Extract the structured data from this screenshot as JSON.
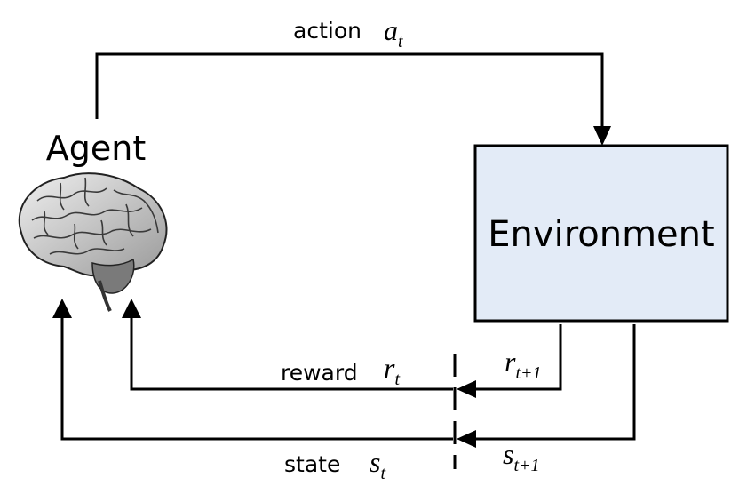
{
  "agent": {
    "label": "Agent",
    "icon": "brain-icon"
  },
  "environment": {
    "label": "Environment",
    "fill": "#e3ebf7"
  },
  "action": {
    "label": "action",
    "symbol": "a",
    "sub": "t"
  },
  "reward": {
    "label": "reward",
    "symbol": "r",
    "sub": "t",
    "next_symbol": "r",
    "next_sub": "t+1"
  },
  "state": {
    "label": "state",
    "symbol": "s",
    "sub": "t",
    "next_symbol": "s",
    "next_sub": "t+1"
  },
  "colors": {
    "line": "#000000",
    "env_fill": "#e3ebf7",
    "background": "#ffffff"
  }
}
